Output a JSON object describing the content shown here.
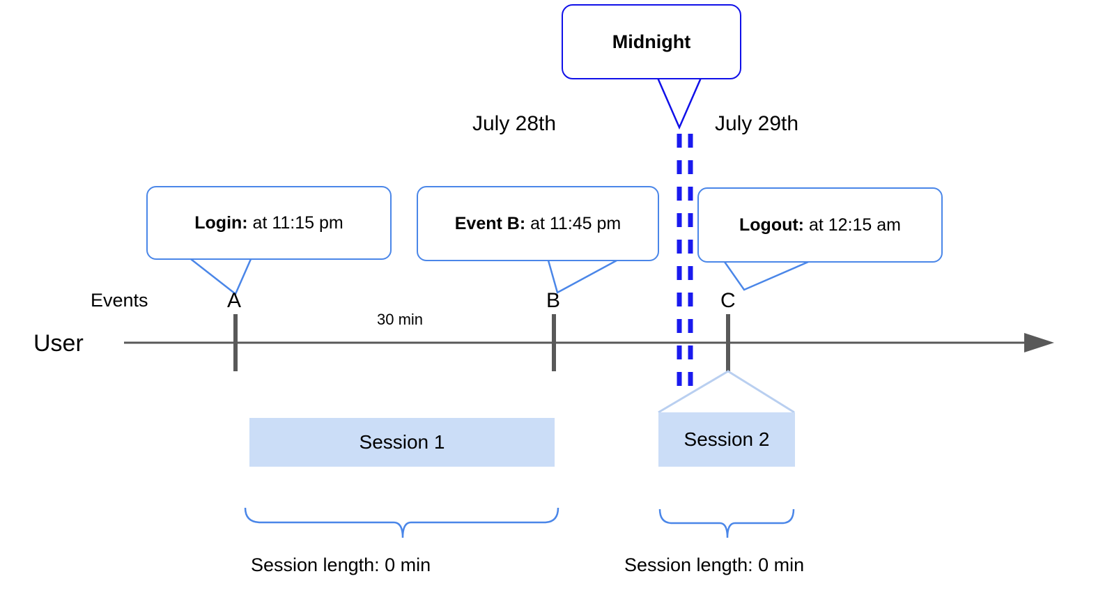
{
  "diagram": {
    "title_callout": {
      "label": "Midnight"
    },
    "dates": [
      {
        "label": "July 28th"
      },
      {
        "label": "July 29th"
      }
    ],
    "event_callouts": [
      {
        "bold": "Login:",
        "rest": " at 11:15 pm"
      },
      {
        "bold": "Event B:",
        "rest": " at 11:45 pm"
      },
      {
        "bold": "Logout:",
        "rest": " at 12:15 am"
      }
    ],
    "row_labels": {
      "events": "Events",
      "user": "User"
    },
    "event_markers": [
      {
        "label": "A"
      },
      {
        "label": "B"
      },
      {
        "label": "C"
      }
    ],
    "interval_labels": [
      {
        "label": "30 min"
      }
    ],
    "sessions": [
      {
        "label": "Session 1"
      },
      {
        "label": "Session 2"
      }
    ],
    "session_lengths": [
      {
        "label": "Session length: 0 min"
      },
      {
        "label": "Session length: 0 min"
      }
    ],
    "colors": {
      "callout_border": "#4a86e8",
      "midnight_border": "#1010e8",
      "midnight_dashed_line": "#1a1aee",
      "session_fill": "#cbddf7",
      "session_wedge": "#b9cff0",
      "timeline_axis": "#595959",
      "event_tick": "#595959",
      "brace": "#4a86e8",
      "text": "#000000"
    }
  }
}
